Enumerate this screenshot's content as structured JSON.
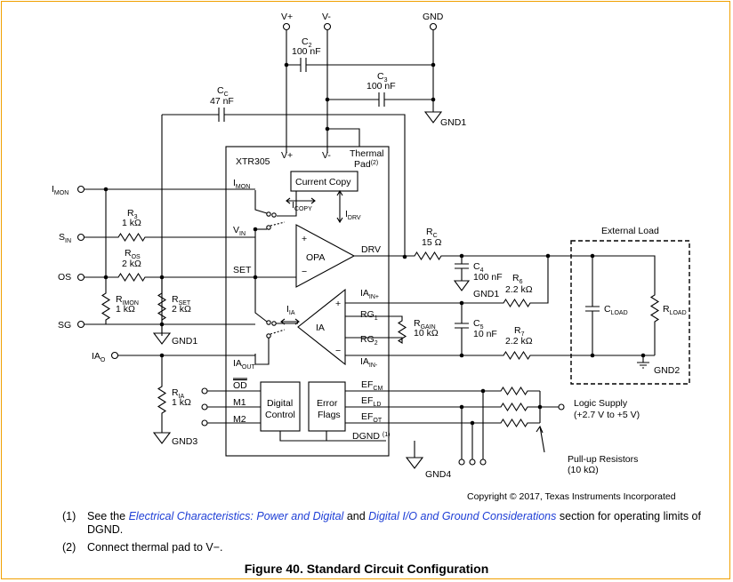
{
  "figure": {
    "caption": "Figure 40.  Standard Circuit Configuration",
    "copyright": "Copyright © 2017, Texas Instruments Incorporated"
  },
  "notes": [
    {
      "number": "(1)",
      "prefix": "See the ",
      "link1": "Electrical Characteristics: Power and Digital",
      "middle": " and ",
      "link2": "Digital I/O and Ground Considerations",
      "suffix": " section for operating limits of DGND."
    },
    {
      "number": "(2)",
      "text": "Connect thermal pad to V−."
    }
  ],
  "colors": {
    "link": "#1f3fd6",
    "border": "#f0a000"
  },
  "labels": {
    "vplus_top": "V+",
    "vminus_top": "V-",
    "gnd_top": "GND",
    "c2": "C",
    "c2_sub": "2",
    "c2_val": "100 nF",
    "c3": "C",
    "c3_sub": "3",
    "c3_val": "100 nF",
    "cc": "C",
    "cc_sub": "C",
    "cc_val": "47 nF",
    "gnd1": "GND1",
    "gnd2": "GND2",
    "gnd3": "GND3",
    "gnd4": "GND4",
    "xtr": "XTR305",
    "vplus_in": "V+",
    "vminus_in": "V-",
    "thermal": "Thermal",
    "pad": "Pad",
    "pad_sup": "(2)",
    "current_copy": "Current Copy",
    "icopy": "I",
    "icopy_sub": "COPY",
    "idrv": "I",
    "idrv_sub": "DRV",
    "imon_pin": "I",
    "imon_pin_sub": "MON",
    "vin_pin": "V",
    "vin_pin_sub": "IN",
    "set_pin": "SET",
    "drv_pin": "DRV",
    "opa": "OPA",
    "plus": "+",
    "minus": "−",
    "ia": "IA",
    "ia_arrow": "I",
    "ia_arrow_sub": "IA",
    "iain_p": "IA",
    "iain_p_sub": "IN+",
    "iain_m": "IA",
    "iain_m_sub": "IN-",
    "rg1": "RG",
    "rg1_sub": "1",
    "rg2": "RG",
    "rg2_sub": "2",
    "iaout": "IA",
    "iaout_sub": "OUT",
    "od": "OD",
    "m1": "M1",
    "m2": "M2",
    "digital": "Digital",
    "control": "Control",
    "error": "Error",
    "flags": "Flags",
    "efcm": "EF",
    "efcm_sub": "CM",
    "efld": "EF",
    "efld_sub": "LD",
    "efot": "EF",
    "efot_sub": "OT",
    "dgnd": "DGND",
    "dgnd_sup": "(1)",
    "imon_term": "I",
    "imon_term_sub": "MON",
    "sin_term": "S",
    "sin_term_sub": "IN",
    "os_term": "OS",
    "sg_term": "SG",
    "iao_term": "IA",
    "iao_term_sub": "O",
    "r3": "R",
    "r3_sub": "3",
    "r3_val": "1 kΩ",
    "ros": "R",
    "ros_sub": "OS",
    "ros_val": "2 kΩ",
    "rimon": "R",
    "rimon_sub": "IMON",
    "rimon_val": "1 kΩ",
    "rset": "R",
    "rset_sub": "SET",
    "rset_val": "2 kΩ",
    "ria": "R",
    "ria_sub": "IA",
    "ria_val": "1 kΩ",
    "rc": "R",
    "rc_sub": "C",
    "rc_val": "15 Ω",
    "c4": "C",
    "c4_sub": "4",
    "c4_val": "100 nF",
    "r6": "R",
    "r6_sub": "6",
    "r6_val": "2.2 kΩ",
    "rgain": "R",
    "rgain_sub": "GAIN",
    "rgain_val": "10 kΩ",
    "c5": "C",
    "c5_sub": "5",
    "c5_val": "10 nF",
    "r7": "R",
    "r7_sub": "7",
    "r7_val": "2.2 kΩ",
    "external_load": "External Load",
    "cload": "C",
    "cload_sub": "LOAD",
    "rload": "R",
    "rload_sub": "LOAD",
    "logic_supply": "Logic Supply",
    "logic_range": "(+2.7 V to +5 V)",
    "pullup": "Pull-up Resistors",
    "pullup_val": "(10 kΩ)"
  }
}
